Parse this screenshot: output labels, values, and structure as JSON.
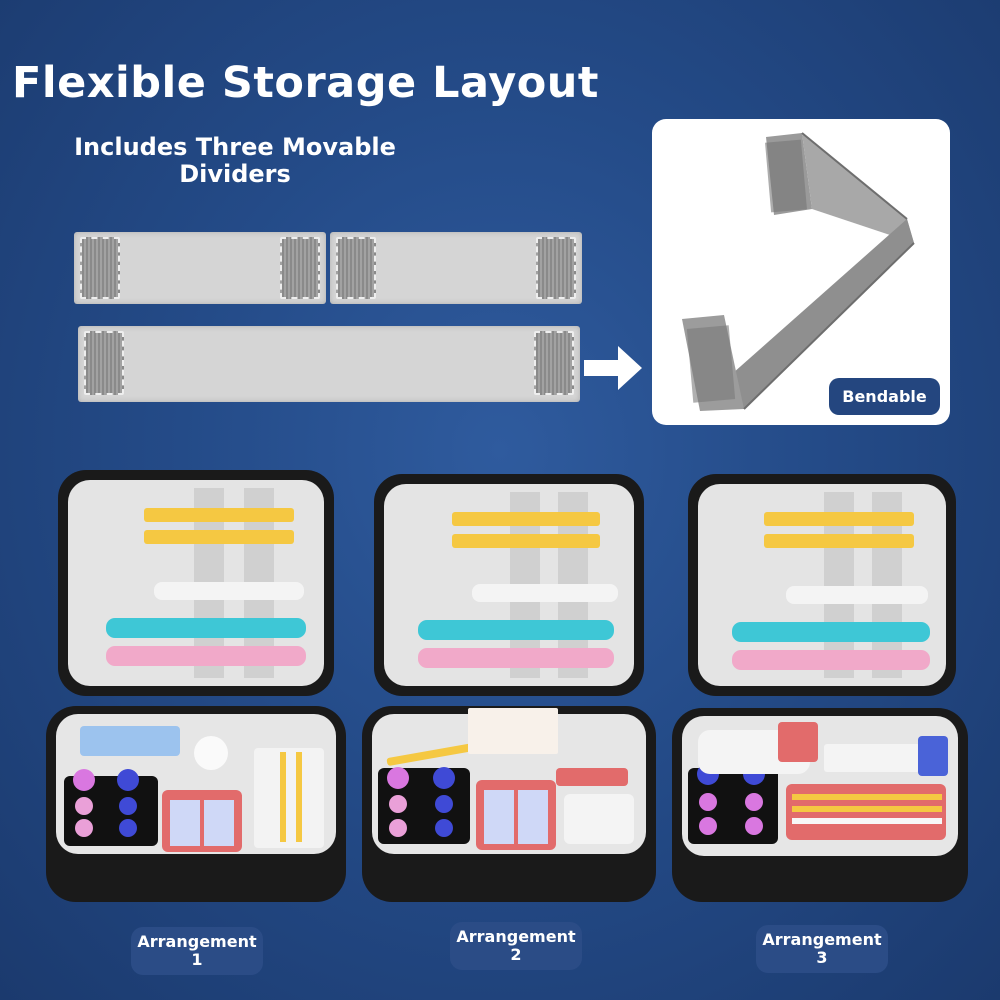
{
  "title": "Flexible Storage Layout",
  "subtitle_line1": "Includes Three Movable",
  "subtitle_line2": "Dividers",
  "bendable_label": "Bendable",
  "arrangements": [
    {
      "line1": "Arrangement",
      "line2": "1"
    },
    {
      "line1": "Arrangement",
      "line2": "2"
    },
    {
      "line1": "Arrangement",
      "line2": "3"
    }
  ],
  "colors": {
    "background": "#244b88",
    "badge": "#24467f",
    "divider": "#d5d5d5",
    "case_shell": "#1a1a1a",
    "lining": "#e6e6e6",
    "pink_pouch": "#e26b6b"
  },
  "icons": [
    "right-arrow-icon"
  ]
}
